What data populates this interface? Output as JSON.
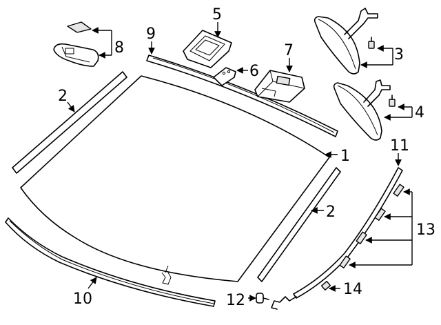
{
  "diagram": {
    "callouts": [
      {
        "id": "c1",
        "text": "1"
      },
      {
        "id": "c2a",
        "text": "2"
      },
      {
        "id": "c2b",
        "text": "2"
      },
      {
        "id": "c3",
        "text": "3"
      },
      {
        "id": "c4",
        "text": "4"
      },
      {
        "id": "c5",
        "text": "5"
      },
      {
        "id": "c6",
        "text": "6"
      },
      {
        "id": "c7",
        "text": "7"
      },
      {
        "id": "c8",
        "text": "8"
      },
      {
        "id": "c9",
        "text": "9"
      },
      {
        "id": "c10",
        "text": "10"
      },
      {
        "id": "c11",
        "text": "11"
      },
      {
        "id": "c12",
        "text": "12"
      },
      {
        "id": "c13",
        "text": "13"
      },
      {
        "id": "c14",
        "text": "14"
      }
    ]
  }
}
